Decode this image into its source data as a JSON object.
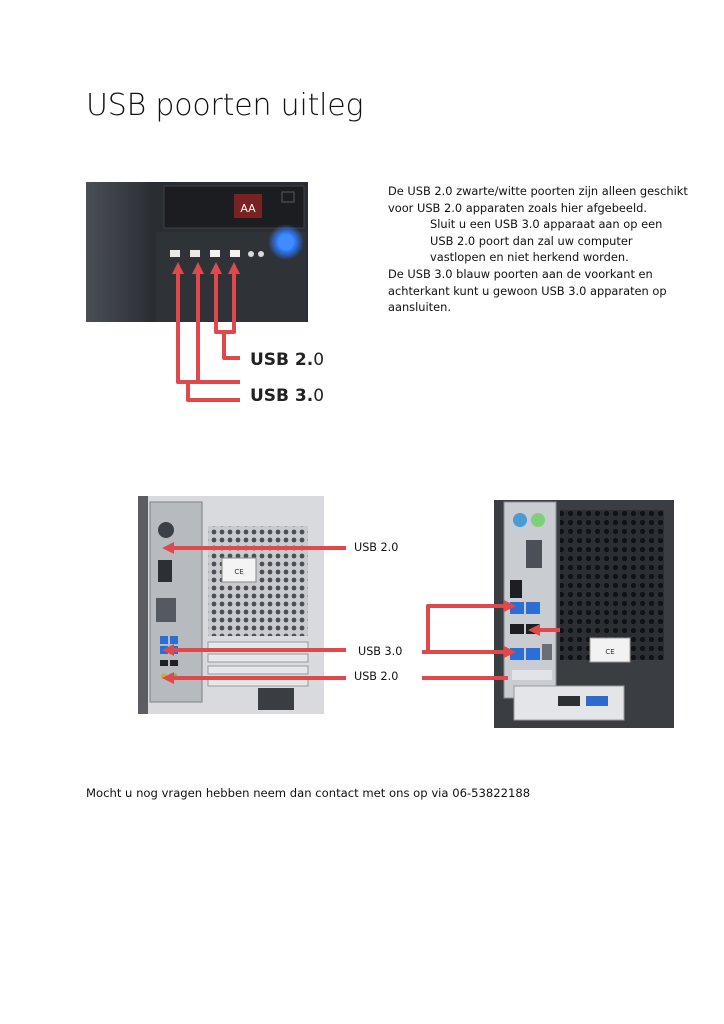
{
  "title": "USB poorten uitleg",
  "paragraph": {
    "line1": "De USB 2.0 zwarte/witte poorten zijn alleen geschikt voor USB 2.0 apparaten zoals hier afgebeeld.",
    "line2": "Sluit u een USB 3.0 apparaat aan op een USB 2.0 poort dan zal uw computer vastlopen en niet herkend worden.",
    "line3": "De USB 3.0 blauw poorten aan de voorkant en achterkant kunt u gewoon USB 3.0 apparaten op aansluiten."
  },
  "front_labels": {
    "usb2_bold": "USB 2.",
    "usb2_tail": "0",
    "usb3_bold": "USB 3.",
    "usb3_tail": "0"
  },
  "rear_labels": {
    "usb2_top": "USB 2.0",
    "usb3": "USB 3.0",
    "usb2_bottom": "USB 2.0"
  },
  "footer": "Mocht u nog vragen hebben neem dan contact met ons op via 06-53822188",
  "colors": {
    "arrow_red": "#e0494b",
    "usb3_blue": "#2b6fd6",
    "power_blue": "#2f7bff"
  }
}
